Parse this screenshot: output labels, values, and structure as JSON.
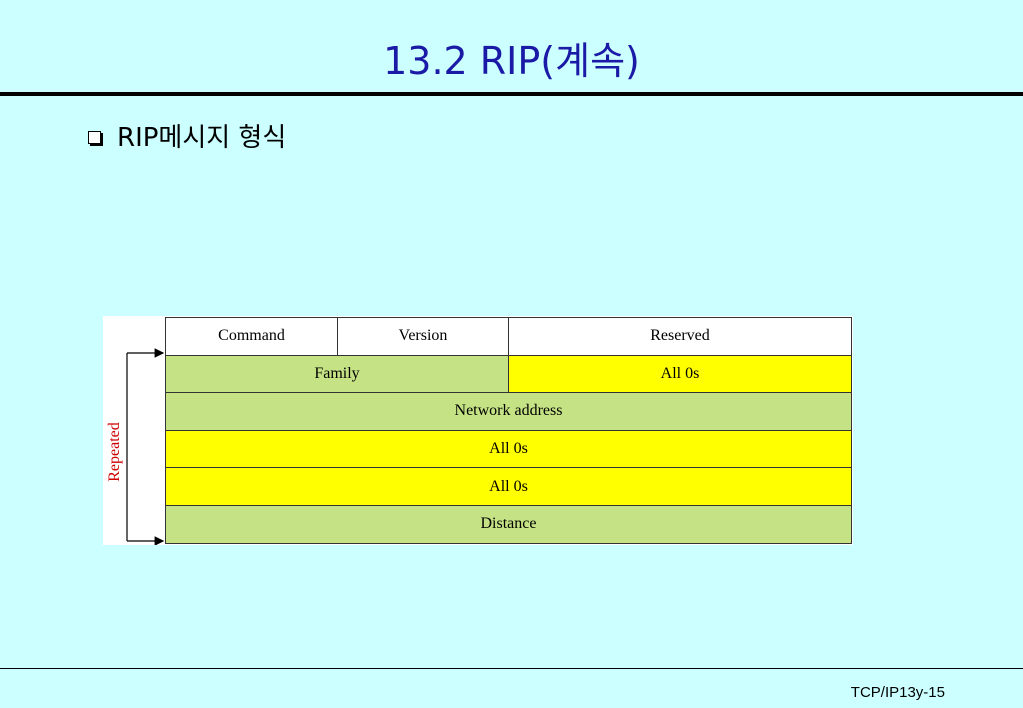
{
  "slide": {
    "title": "13.2 RIP(계속)",
    "bullet": "RIP메시지 형식",
    "footer": "TCP/IP13y-15"
  },
  "diagram": {
    "repeated_label": "Repeated",
    "rows": [
      [
        {
          "label": "Command",
          "fill": "white"
        },
        {
          "label": "Version",
          "fill": "white"
        },
        {
          "label": "Reserved",
          "fill": "white"
        }
      ],
      [
        {
          "label": "Family",
          "fill": "green"
        },
        {
          "label": "All 0s",
          "fill": "yellow"
        }
      ],
      [
        {
          "label": "Network address",
          "fill": "green"
        }
      ],
      [
        {
          "label": "All 0s",
          "fill": "yellow"
        }
      ],
      [
        {
          "label": "All 0s",
          "fill": "yellow"
        }
      ],
      [
        {
          "label": "Distance",
          "fill": "green"
        }
      ]
    ]
  },
  "colors": {
    "background": "#ccffff",
    "title": "#1a1aa6",
    "green_fill": "#c5e384",
    "yellow_fill": "#ffff00",
    "repeated_text": "#cc0000"
  }
}
